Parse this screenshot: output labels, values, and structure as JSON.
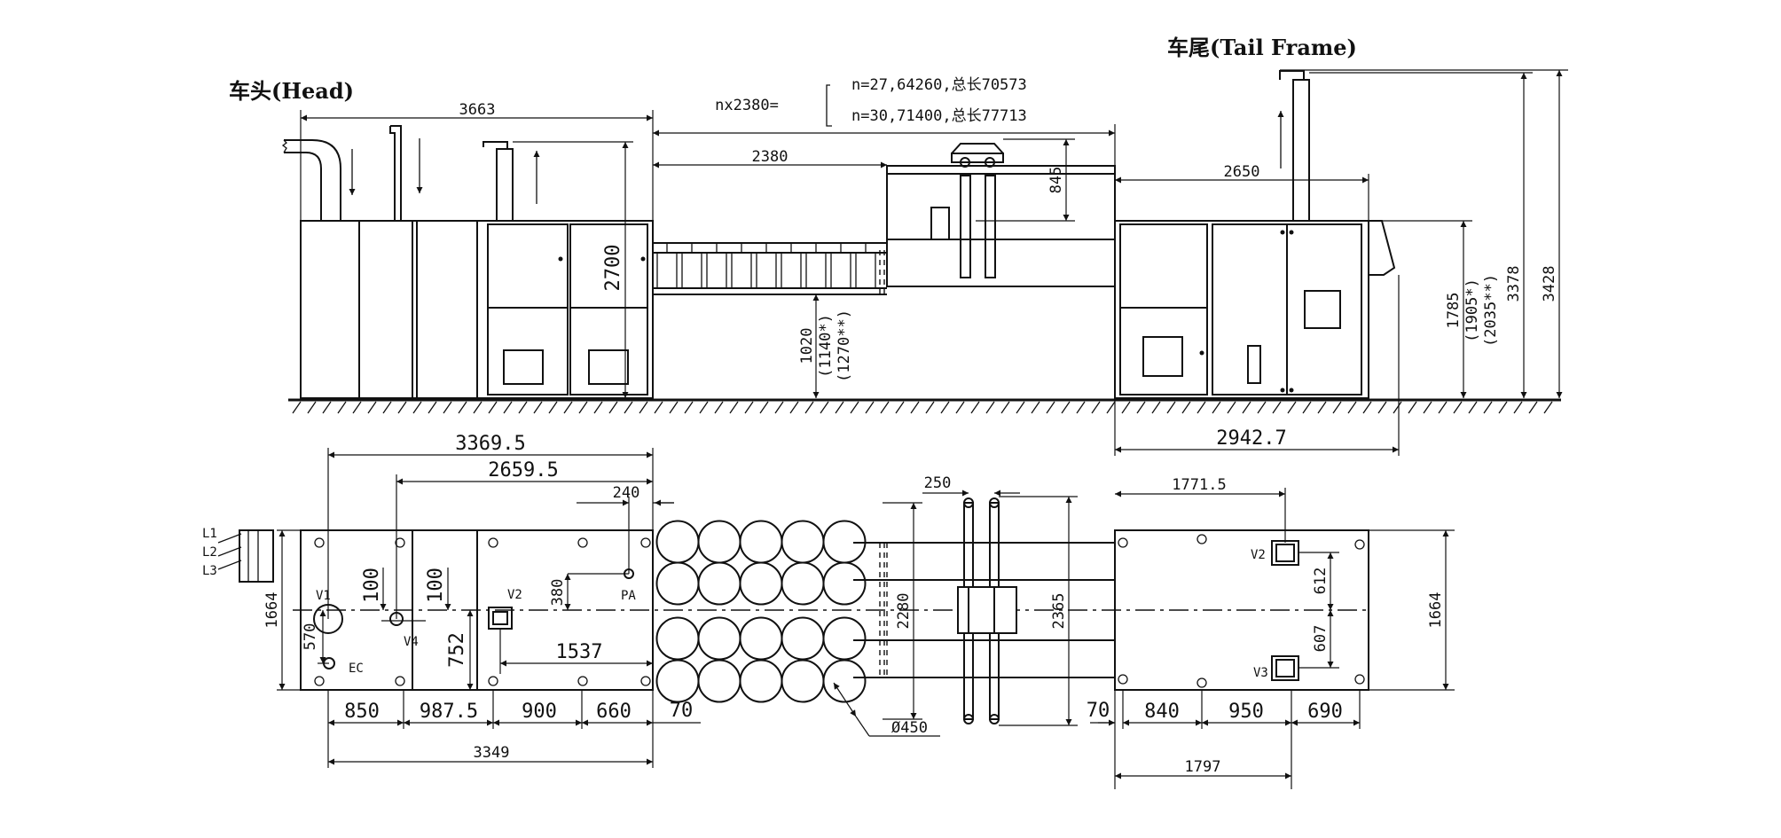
{
  "titles": {
    "head": "车头(Head)",
    "tail": "车尾(Tail Frame)"
  },
  "elevation": {
    "dim_head_length": "3663",
    "formula_prefix": "nx2380=",
    "formula_option_1": "n=27,64260,总长70573",
    "formula_option_2": "n=30,71400,总长77713",
    "dim_module": "2380",
    "dim_tail_length": "2650",
    "dim_845": "845",
    "dim_height_head": "2700",
    "dim_1020": "1020",
    "dim_1140": "(1140*)",
    "dim_1270": "(1270**)",
    "dim_1785": "1785",
    "dim_1905": "(1905*)",
    "dim_2035": "(2035**)",
    "dim_3378": "3378",
    "dim_3428": "3428",
    "dim_2942": "2942.7"
  },
  "plan": {
    "dim_3369": "3369.5",
    "dim_2659": "2659.5",
    "dim_240": "240",
    "dim_250": "250",
    "dim_1771": "1771.5",
    "dim_1664_left": "1664",
    "dim_1664_right": "1664",
    "dim_100_a": "100",
    "dim_100_b": "100",
    "dim_380": "380",
    "dim_570": "570",
    "dim_752": "752",
    "dim_1537": "1537",
    "dim_2280": "2280",
    "dim_2365": "2365",
    "dim_612": "612",
    "dim_607": "607",
    "dim_850": "850",
    "dim_987": "987.5",
    "dim_900": "900",
    "dim_660": "660",
    "dim_70_left": "70",
    "dim_3349": "3349",
    "dim_diameter": "Ø450",
    "dim_70_right": "70",
    "dim_840": "840",
    "dim_950": "950",
    "dim_690": "690",
    "dim_1797": "1797",
    "label_l1": "L1",
    "label_l2": "L2",
    "label_l3": "L3",
    "label_v1": "V1",
    "label_ec": "EC",
    "label_v4": "V4",
    "label_v2_head": "V2",
    "label_pa": "PA",
    "label_v2_tail": "V2",
    "label_v3": "V3"
  }
}
